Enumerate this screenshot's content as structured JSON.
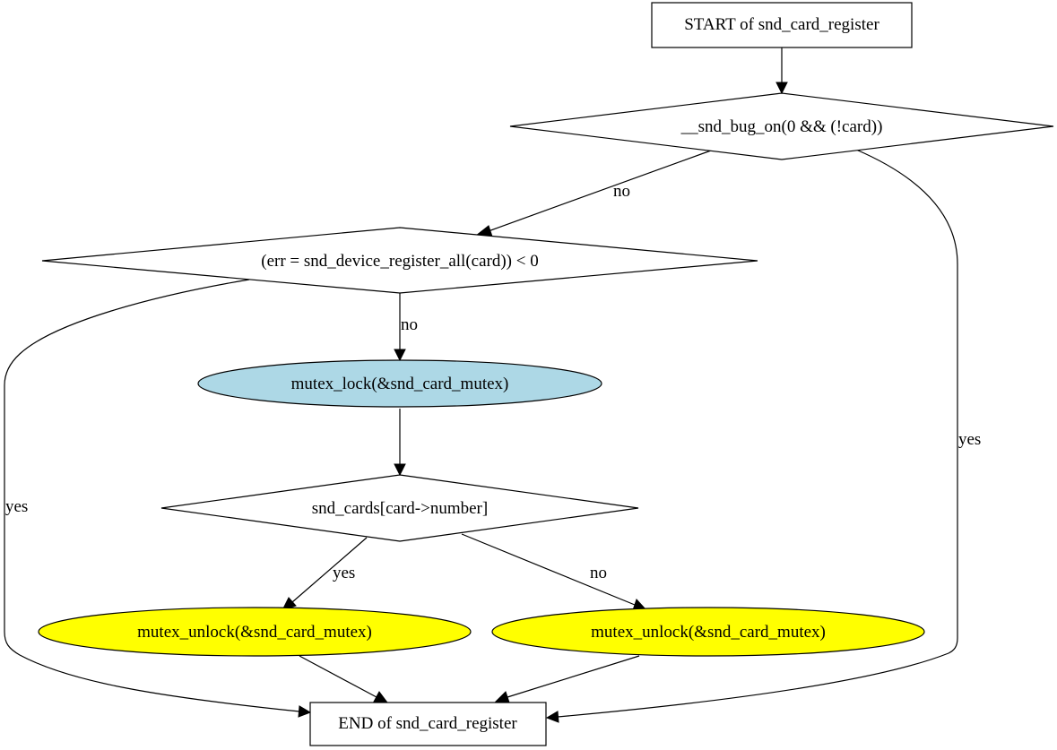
{
  "diagram": {
    "title": "snd_card_register control flow",
    "colors": {
      "default_fill": "#ffffff",
      "lock_fill": "#add8e6",
      "unlock_fill": "#ffff00",
      "stroke": "#000000"
    },
    "nodes": {
      "start": {
        "label": "START of snd_card_register",
        "shape": "box"
      },
      "bug_on": {
        "label": "__snd_bug_on(0 && (!card))",
        "shape": "diamond"
      },
      "register_all": {
        "label": "(err = snd_device_register_all(card)) < 0",
        "shape": "diamond"
      },
      "mutex_lock": {
        "label": "mutex_lock(&snd_card_mutex)",
        "shape": "ellipse",
        "fill": "lock_fill"
      },
      "cards_check": {
        "label": "snd_cards[card->number]",
        "shape": "diamond"
      },
      "unlock_yes": {
        "label": "mutex_unlock(&snd_card_mutex)",
        "shape": "ellipse",
        "fill": "unlock_fill"
      },
      "unlock_no": {
        "label": "mutex_unlock(&snd_card_mutex)",
        "shape": "ellipse",
        "fill": "unlock_fill"
      },
      "end": {
        "label": "END of snd_card_register",
        "shape": "box"
      }
    },
    "edges": {
      "start_to_bug_on": {
        "from": "start",
        "to": "bug_on",
        "label": ""
      },
      "bug_on_no": {
        "from": "bug_on",
        "to": "register_all",
        "label": "no"
      },
      "bug_on_yes": {
        "from": "bug_on",
        "to": "end",
        "label": "yes"
      },
      "register_no": {
        "from": "register_all",
        "to": "mutex_lock",
        "label": "no"
      },
      "register_yes": {
        "from": "register_all",
        "to": "end",
        "label": "yes"
      },
      "lock_to_check": {
        "from": "mutex_lock",
        "to": "cards_check",
        "label": ""
      },
      "check_yes": {
        "from": "cards_check",
        "to": "unlock_yes",
        "label": "yes"
      },
      "check_no": {
        "from": "cards_check",
        "to": "unlock_no",
        "label": "no"
      },
      "unlock_yes_to_end": {
        "from": "unlock_yes",
        "to": "end",
        "label": ""
      },
      "unlock_no_to_end": {
        "from": "unlock_no",
        "to": "end",
        "label": ""
      }
    }
  }
}
